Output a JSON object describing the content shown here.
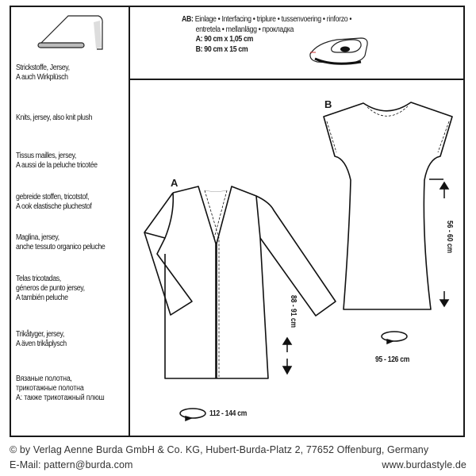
{
  "fabrics": [
    {
      "lines": [
        "Strickstoffe, Jersey,",
        "A auch Wirkplüsch"
      ]
    },
    {
      "lines": [
        "Knits, jersey, also knit plush"
      ]
    },
    {
      "lines": [
        "Tissus mailles, jersey,",
        "A aussi de la peluche tricotée"
      ]
    },
    {
      "lines": [
        "gebreide stoffen, tricotstof,",
        "A ook elastische pluchestof"
      ]
    },
    {
      "lines": [
        "Maglina, jersey,",
        "anche tessuto organico peluche"
      ]
    },
    {
      "lines": [
        "Telas tricotadas,",
        "géneros de punto jersey,",
        "A también peluche"
      ]
    },
    {
      "lines": [
        "Trikåtyger, jersey,",
        "A även trikåplysch"
      ]
    },
    {
      "lines": [
        "Вязаные полотна,",
        "трикотажные полотна",
        "А: также трикотажный плюш"
      ]
    }
  ],
  "interfacing": {
    "prefix": "AB:",
    "line1": "Einlage • Interfacing • triplure • tussenvoering • rinforzo •",
    "line2": "entretela • mellanlägg • прокладка",
    "a_amount": "A: 90 cm x 1,05 cm",
    "b_amount": "B: 90 cm x 15 cm"
  },
  "views": {
    "a": {
      "label": "A",
      "length": "88 - 91 cm",
      "width": "112 - 144 cm"
    },
    "b": {
      "label": "B",
      "length": "56 - 60 cm",
      "width": "95 - 126 cm"
    }
  },
  "footer": {
    "copyright": "© by Verlag Aenne Burda GmbH & Co. KG, Hubert-Burda-Platz 2, 77652 Offenburg, Germany",
    "email": "E-Mail: pattern@burda.com",
    "website": "www.burdastyle.de"
  }
}
